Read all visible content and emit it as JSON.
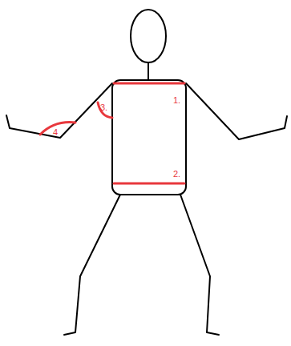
{
  "diagram": {
    "labels": [
      "1.",
      "2.",
      "3.",
      "4"
    ]
  }
}
